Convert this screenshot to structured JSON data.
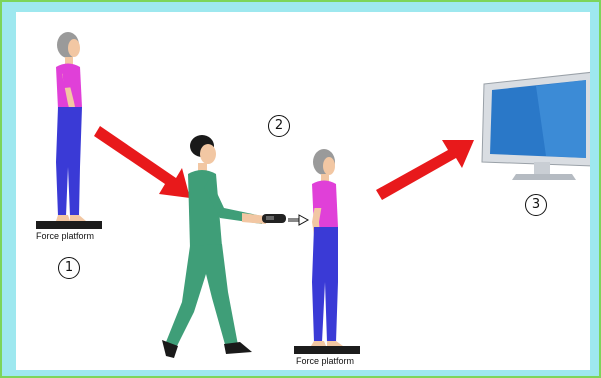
{
  "platform_label": "Force platform",
  "steps": [
    {
      "label": "1"
    },
    {
      "label": "2"
    },
    {
      "label": "3"
    }
  ],
  "colors": {
    "frame_background": "#9ee8ef",
    "frame_border": "#7dd55a",
    "arrow": "#e8191b",
    "shirt": "#e040d8",
    "pants": "#3a3ad6",
    "scrubs": "#3f9e78",
    "hair_patient": "#9a9a9a",
    "monitor_screen": "#2a78c8"
  },
  "icons": [
    "standing-patient-icon",
    "clinician-icon",
    "handheld-scanner-icon",
    "monitor-icon",
    "force-platform-icon",
    "red-arrow-icon"
  ]
}
